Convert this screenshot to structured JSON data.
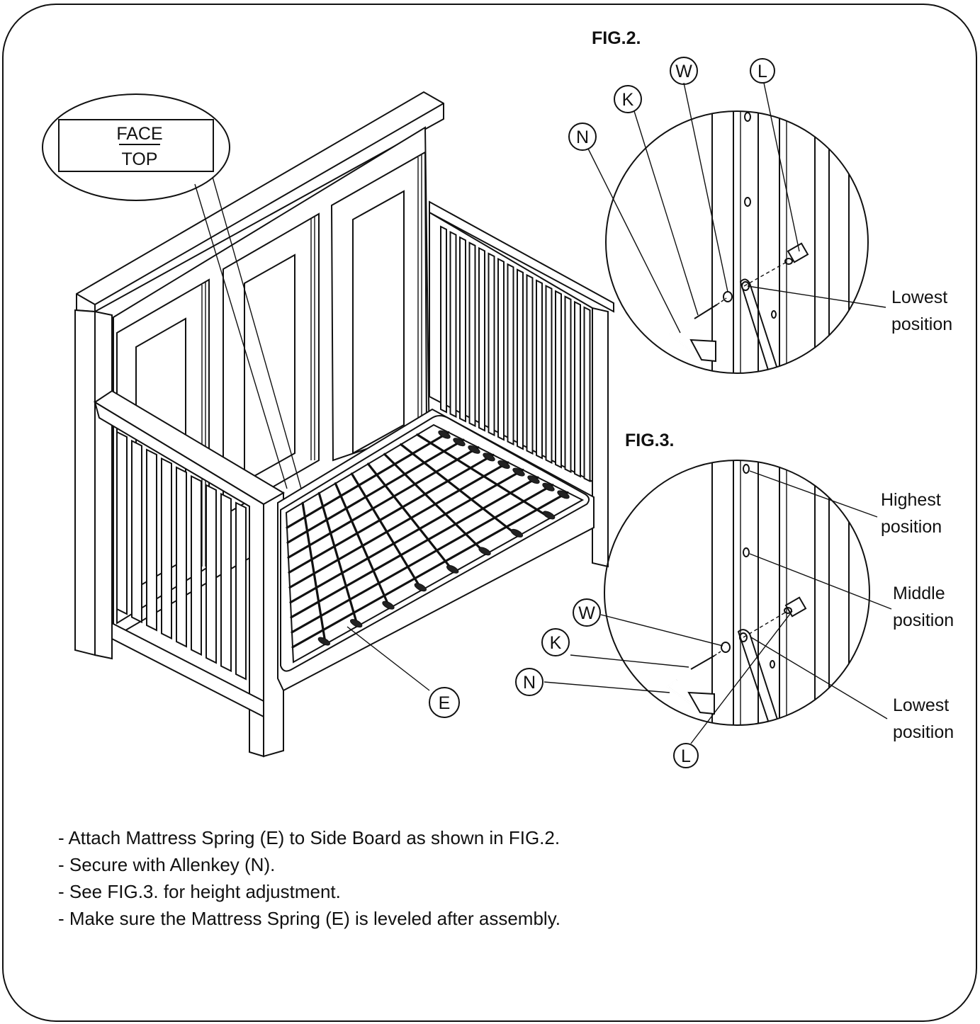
{
  "figures": {
    "fig2": {
      "title": "FIG.2."
    },
    "fig3": {
      "title": "FIG.3."
    }
  },
  "label_box": {
    "face": "FACE",
    "top": "TOP"
  },
  "parts": {
    "E": "E",
    "N": "N",
    "K": "K",
    "W": "W",
    "L": "L"
  },
  "fig2_labels": {
    "lowest_line1": "Lowest",
    "lowest_line2": "position"
  },
  "fig3_labels": {
    "highest_line1": "Highest",
    "highest_line2": "position",
    "middle_line1": "Middle",
    "middle_line2": "position",
    "lowest_line1": "Lowest",
    "lowest_line2": "position"
  },
  "instructions": [
    "- Attach Mattress Spring (E) to Side Board as shown in FIG.2.",
    "- Secure with Allenkey (N).",
    "- See FIG.3. for height adjustment.",
    "- Make sure the Mattress Spring (E) is leveled after assembly."
  ]
}
